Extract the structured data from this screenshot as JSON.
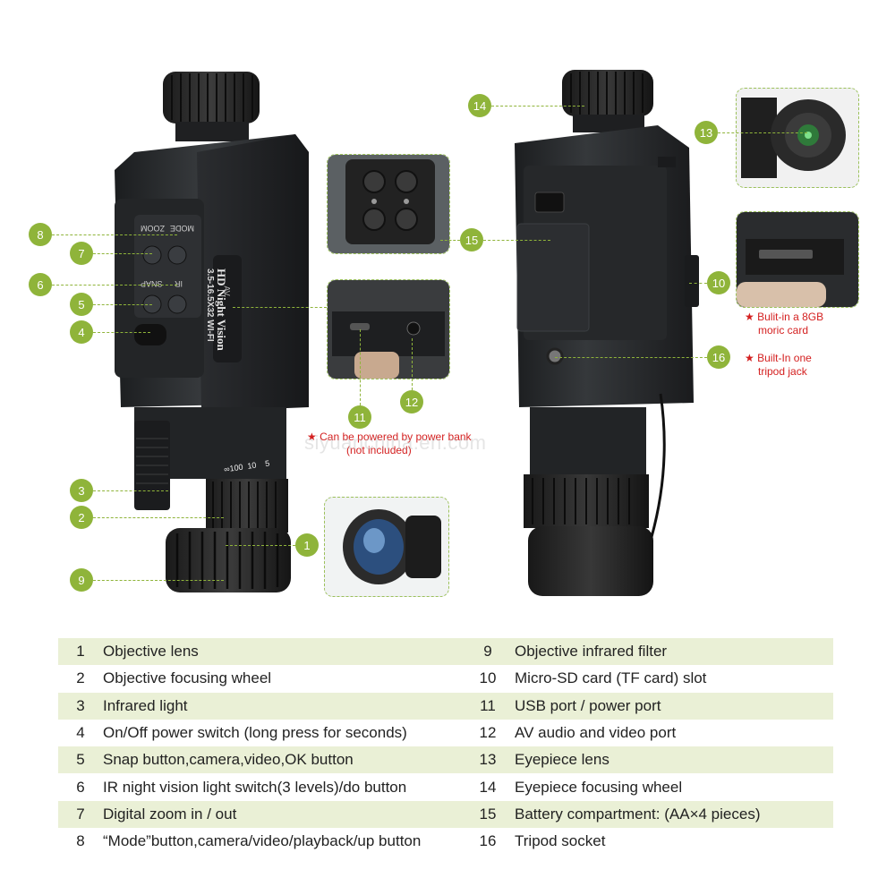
{
  "device_text": {
    "brand_line": "HD Night Vision",
    "spec_line": "3.5-16.5X32 WI-FI",
    "zoom_label": "ZOOM",
    "mode_label": "MODE",
    "snap_label": "SNAP",
    "ir_label": "IR",
    "av_label": "AV",
    "scale_label": "∞100  10    5"
  },
  "callouts": {
    "c1": "1",
    "c2": "2",
    "c3": "3",
    "c4": "4",
    "c5": "5",
    "c6": "6",
    "c7": "7",
    "c8": "8",
    "c9": "9",
    "c10": "10",
    "c11": "11",
    "c12": "12",
    "c13": "13",
    "c14": "14",
    "c15": "15",
    "c16": "16"
  },
  "notes": {
    "power_bank_line1": "Can be powered by power bank",
    "power_bank_line2": "(not included)",
    "memory_line1": "Bulit-in a 8GB",
    "memory_line2": "moric card",
    "tripod_line1": "Built-In one",
    "tripod_line2": "tripod jack",
    "star": "★"
  },
  "watermark": "siyuanchina.en.com",
  "legend": [
    {
      "n1": "1",
      "t1": "Objective lens",
      "n2": "9",
      "t2": "Objective infrared filter"
    },
    {
      "n1": "2",
      "t1": "Objective focusing wheel",
      "n2": "10",
      "t2": "Micro-SD card (TF card) slot"
    },
    {
      "n1": "3",
      "t1": "Infrared light",
      "n2": "11",
      "t2": "USB port / power port"
    },
    {
      "n1": "4",
      "t1": "On/Off power switch (long press for seconds)",
      "n2": "12",
      "t2": "AV audio and video port"
    },
    {
      "n1": "5",
      "t1": "Snap button,camera,video,OK button",
      "n2": "13",
      "t2": "Eyepiece lens"
    },
    {
      "n1": "6",
      "t1": "IR night vision light switch(3 levels)/do button",
      "n2": "14",
      "t2": "Eyepiece focusing wheel"
    },
    {
      "n1": "7",
      "t1": "Digital zoom in / out",
      "n2": "15",
      "t2": "Battery compartment: (AA×4 pieces)"
    },
    {
      "n1": "8",
      "t1": "“Mode”button,camera/video/playback/up button",
      "n2": "16",
      "t2": "Tripod socket"
    }
  ],
  "colors": {
    "accent_green": "#8fb43a",
    "row_shade": "#eaf0d6",
    "note_red": "#d42020",
    "device_dark": "#2a2c2e"
  }
}
